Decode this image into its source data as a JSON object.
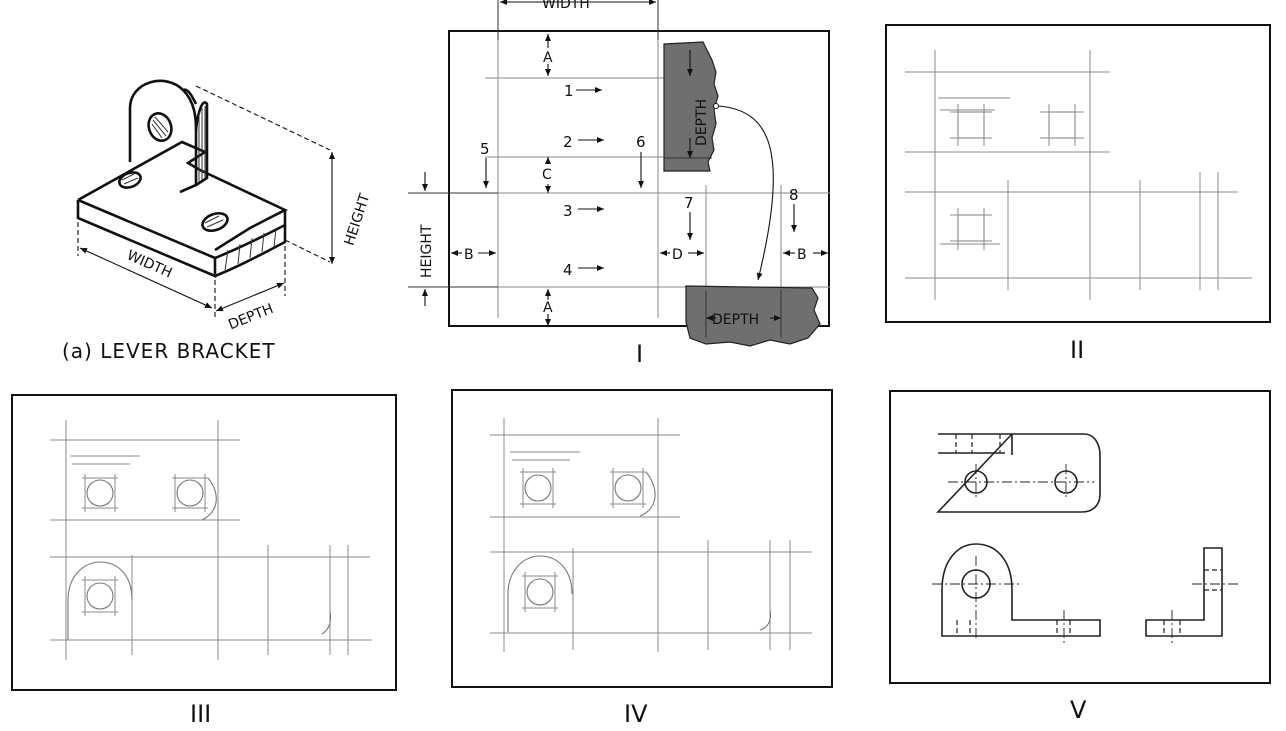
{
  "figure_a": {
    "caption": "(a) LEVER BRACKET",
    "width_label": "WIDTH",
    "depth_label": "DEPTH",
    "height_label": "HEIGHT"
  },
  "panel_i": {
    "label": "I",
    "width_label": "WIDTH",
    "height_label": "HEIGHT",
    "depth_label_upper": "DEPTH",
    "depth_label_lower": "DEPTH",
    "letters": {
      "a_top": "A",
      "a_bottom": "A",
      "b_left": "B",
      "b_right": "B",
      "c": "C",
      "d": "D"
    },
    "steps": [
      "1",
      "2",
      "3",
      "4",
      "5",
      "6",
      "7",
      "8"
    ]
  },
  "panel_ii": {
    "label": "II"
  },
  "panel_iii": {
    "label": "III"
  },
  "panel_iv": {
    "label": "IV"
  },
  "panel_v": {
    "label": "V"
  }
}
